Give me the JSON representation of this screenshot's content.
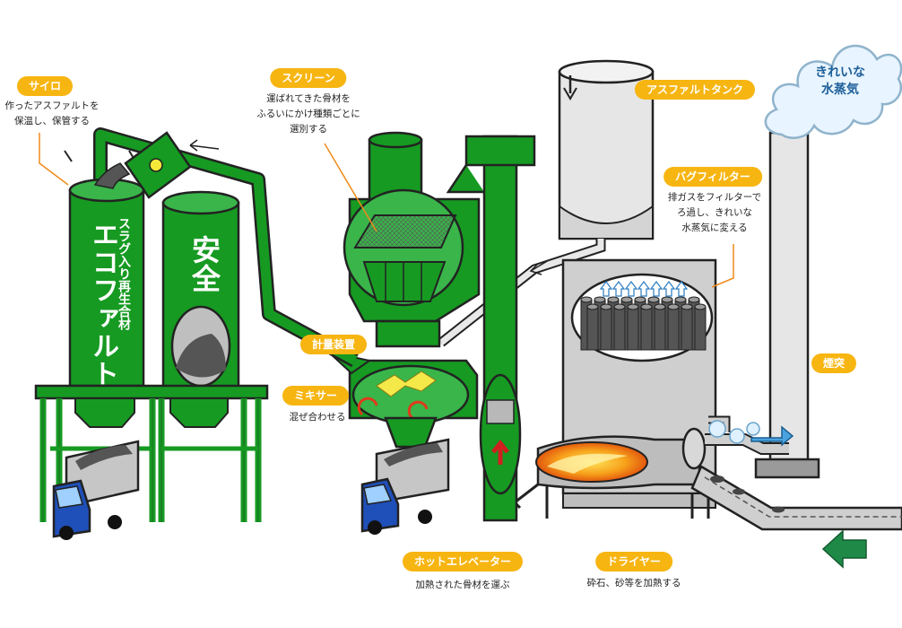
{
  "labels": {
    "silo": {
      "title": "サイロ",
      "lines": [
        "作ったアスファルトを",
        "保温し、保管する"
      ]
    },
    "screen": {
      "title": "スクリーン",
      "lines": [
        "運ばれてきた骨材を",
        "ふるいにかけ種類ごとに",
        "選別する"
      ]
    },
    "asphalt_tank": {
      "title": "アスファルトタンク"
    },
    "bag_filter": {
      "title": "バグフィルター",
      "lines": [
        "排ガスをフィルターで",
        "ろ過し、きれいな",
        "水蒸気に変える"
      ]
    },
    "metering": {
      "title": "計量装置"
    },
    "mixer": {
      "title": "ミキサー",
      "lines": [
        "混ぜ合わせる"
      ]
    },
    "chimney": {
      "title": "煙突"
    },
    "hot_elevator": {
      "title": "ホットエレベーター",
      "lines": [
        "加熱された骨材を運ぶ"
      ]
    },
    "dryer": {
      "title": "ドライヤー",
      "lines": [
        "砕石、砂等を加熱する"
      ]
    }
  },
  "silo_text": {
    "brand": "エコファルト",
    "sub": "スラグ入り再生合材",
    "safe": "安全"
  },
  "steam_text": [
    "きれいな",
    "水蒸気"
  ],
  "colors": {
    "green": "#169a22",
    "label": "#f7b511",
    "gray": "#d6d6d6",
    "truck": "#1f4fb8",
    "flame": "#f08a1a",
    "arrow_green": "#1f8a48"
  }
}
